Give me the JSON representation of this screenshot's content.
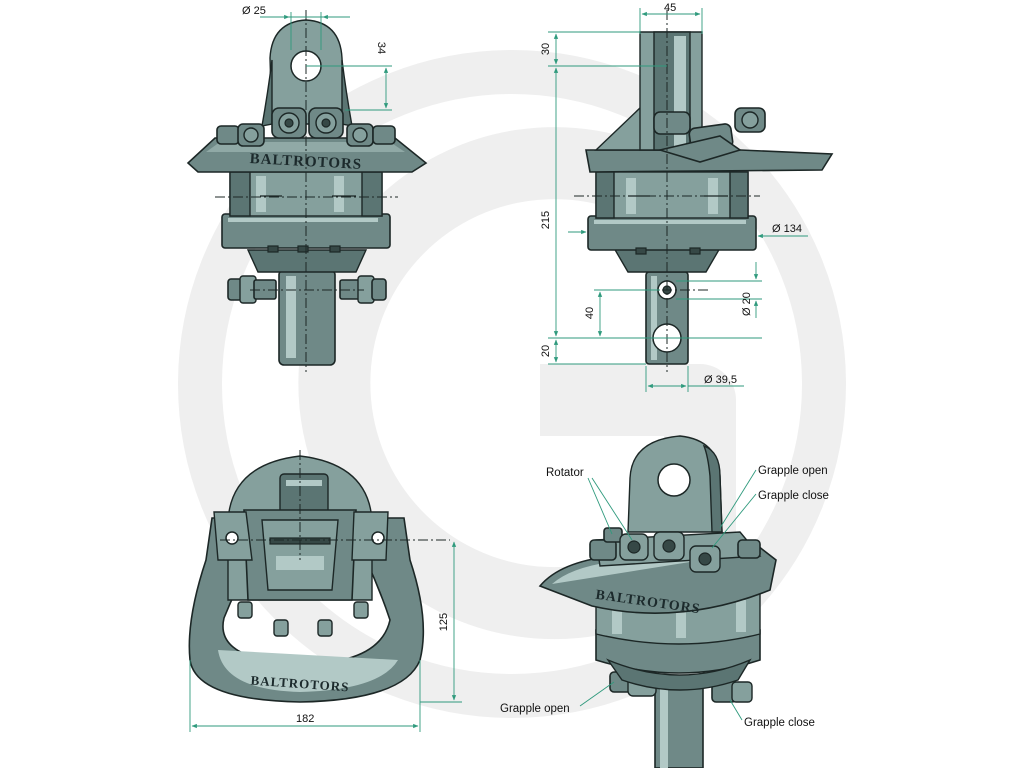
{
  "brand": "BALTROTORS",
  "front_view": {
    "dims": {
      "eye_diameter": "Ø 25",
      "eye_height": "34"
    }
  },
  "side_view": {
    "dims": {
      "top_width": "45",
      "top_offset": "30",
      "total_height": "215",
      "flange_diameter": "Ø 134",
      "pin_diameter": "Ø 20",
      "hole_spacing": "40",
      "bottom_offset": "20",
      "shaft_diameter": "Ø 39,5"
    }
  },
  "top_view": {
    "dims": {
      "height": "125",
      "width": "182"
    }
  },
  "iso_view": {
    "labels": {
      "rotator": "Rotator",
      "grapple_open_top": "Grapple open",
      "grapple_close_top": "Grapple close",
      "grapple_open_bottom": "Grapple open",
      "grapple_close_bottom": "Grapple close"
    }
  },
  "colors": {
    "body": "#6f8987",
    "dimension_line": "#2f9a7d",
    "watermark": "#eeeeee"
  }
}
